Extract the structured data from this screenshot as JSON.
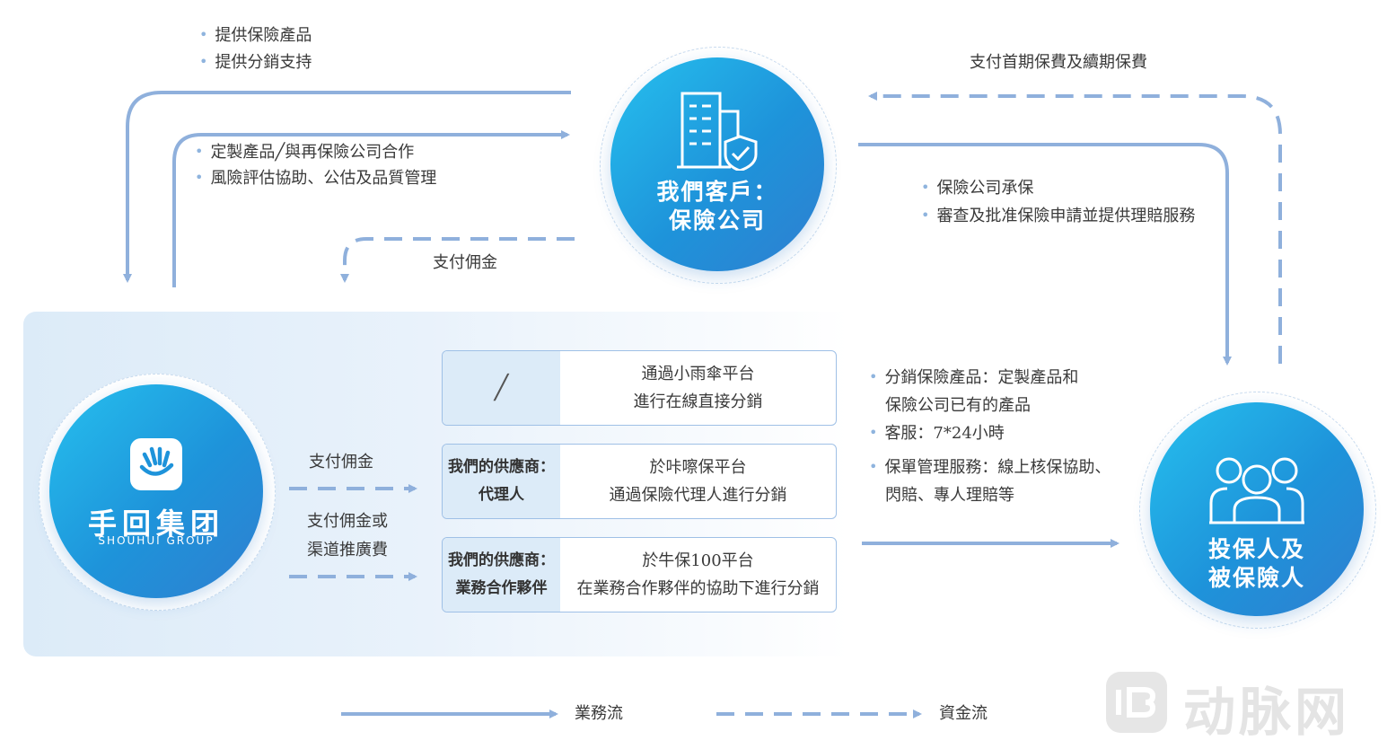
{
  "nodes": {
    "insurer": {
      "line1": "我們客戶：",
      "line2": "保險公司"
    },
    "company": {
      "cn": "手回集团",
      "en": "SHOUHUI GROUP"
    },
    "customer": {
      "line1": "投保人及",
      "line2": "被保險人"
    }
  },
  "annotations": {
    "top_left": [
      "提供保險產品",
      "提供分銷支持"
    ],
    "mid_left": [
      "定製產品╱與再保險公司合作",
      "風險評估協助、公估及品質管理"
    ],
    "pay_commission_top": "支付佣金",
    "top_right": "支付首期保費及續期保費",
    "right_insurer": [
      "保險公司承保",
      "審查及批准保險申請並提供理賠服務"
    ],
    "right_customer": [
      "分銷保險產品：定製產品和",
      "保險公司已有的產品",
      "客服：7*24小時",
      "保單管理服務：線上核保協助、",
      "閃賠、專人理賠等"
    ],
    "pay_commission_mid": "支付佣金",
    "pay_fee": [
      "支付佣金或",
      "渠道推廣費"
    ]
  },
  "channels": [
    {
      "left": [
        "╱"
      ],
      "right": [
        "通過小雨傘平台",
        "進行在線直接分銷"
      ]
    },
    {
      "left": [
        "我們的供應商：",
        "代理人"
      ],
      "right": [
        "於咔嚓保平台",
        "通過保險代理人進行分銷"
      ]
    },
    {
      "left": [
        "我們的供應商：",
        "業務合作夥伴"
      ],
      "right": [
        "於牛保100平台",
        "在業務合作夥伴的協助下進行分銷"
      ]
    }
  ],
  "legend": {
    "business": "業務流",
    "funds": "資金流"
  },
  "watermark": "动脉网",
  "colors": {
    "line": "#8fb0dc",
    "accent": "#1e93da",
    "panel": "#dcebf8"
  }
}
